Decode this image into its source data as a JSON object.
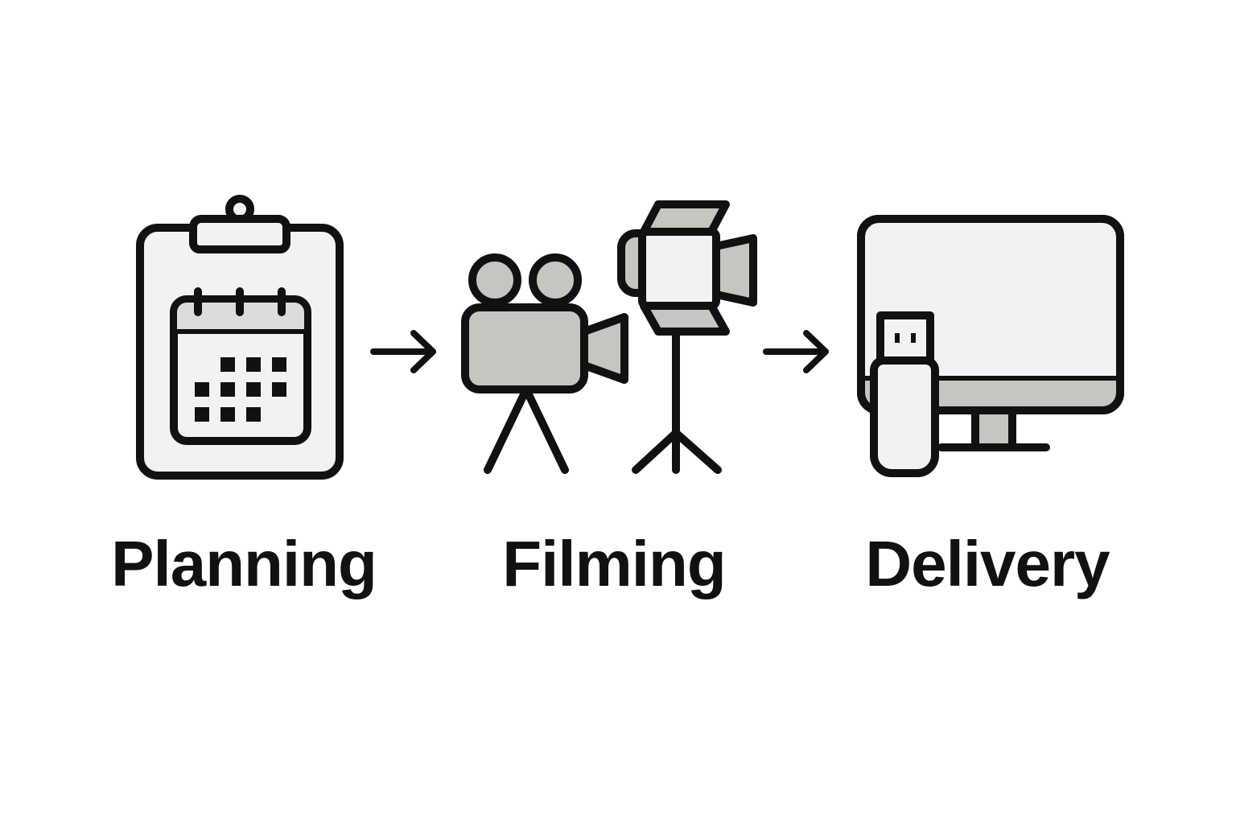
{
  "steps": [
    {
      "label": "Planning",
      "icon": "clipboard-calendar-icon"
    },
    {
      "label": "Filming",
      "icon": "movie-camera-and-light-icon"
    },
    {
      "label": "Delivery",
      "icon": "monitor-and-usb-drive-icon"
    }
  ],
  "colors": {
    "background": "#ffffff",
    "stroke": "#111111",
    "light_fill": "#f2f2f2",
    "mid_fill": "#c7c5c0",
    "calendar_header": "#dcdcdc"
  }
}
